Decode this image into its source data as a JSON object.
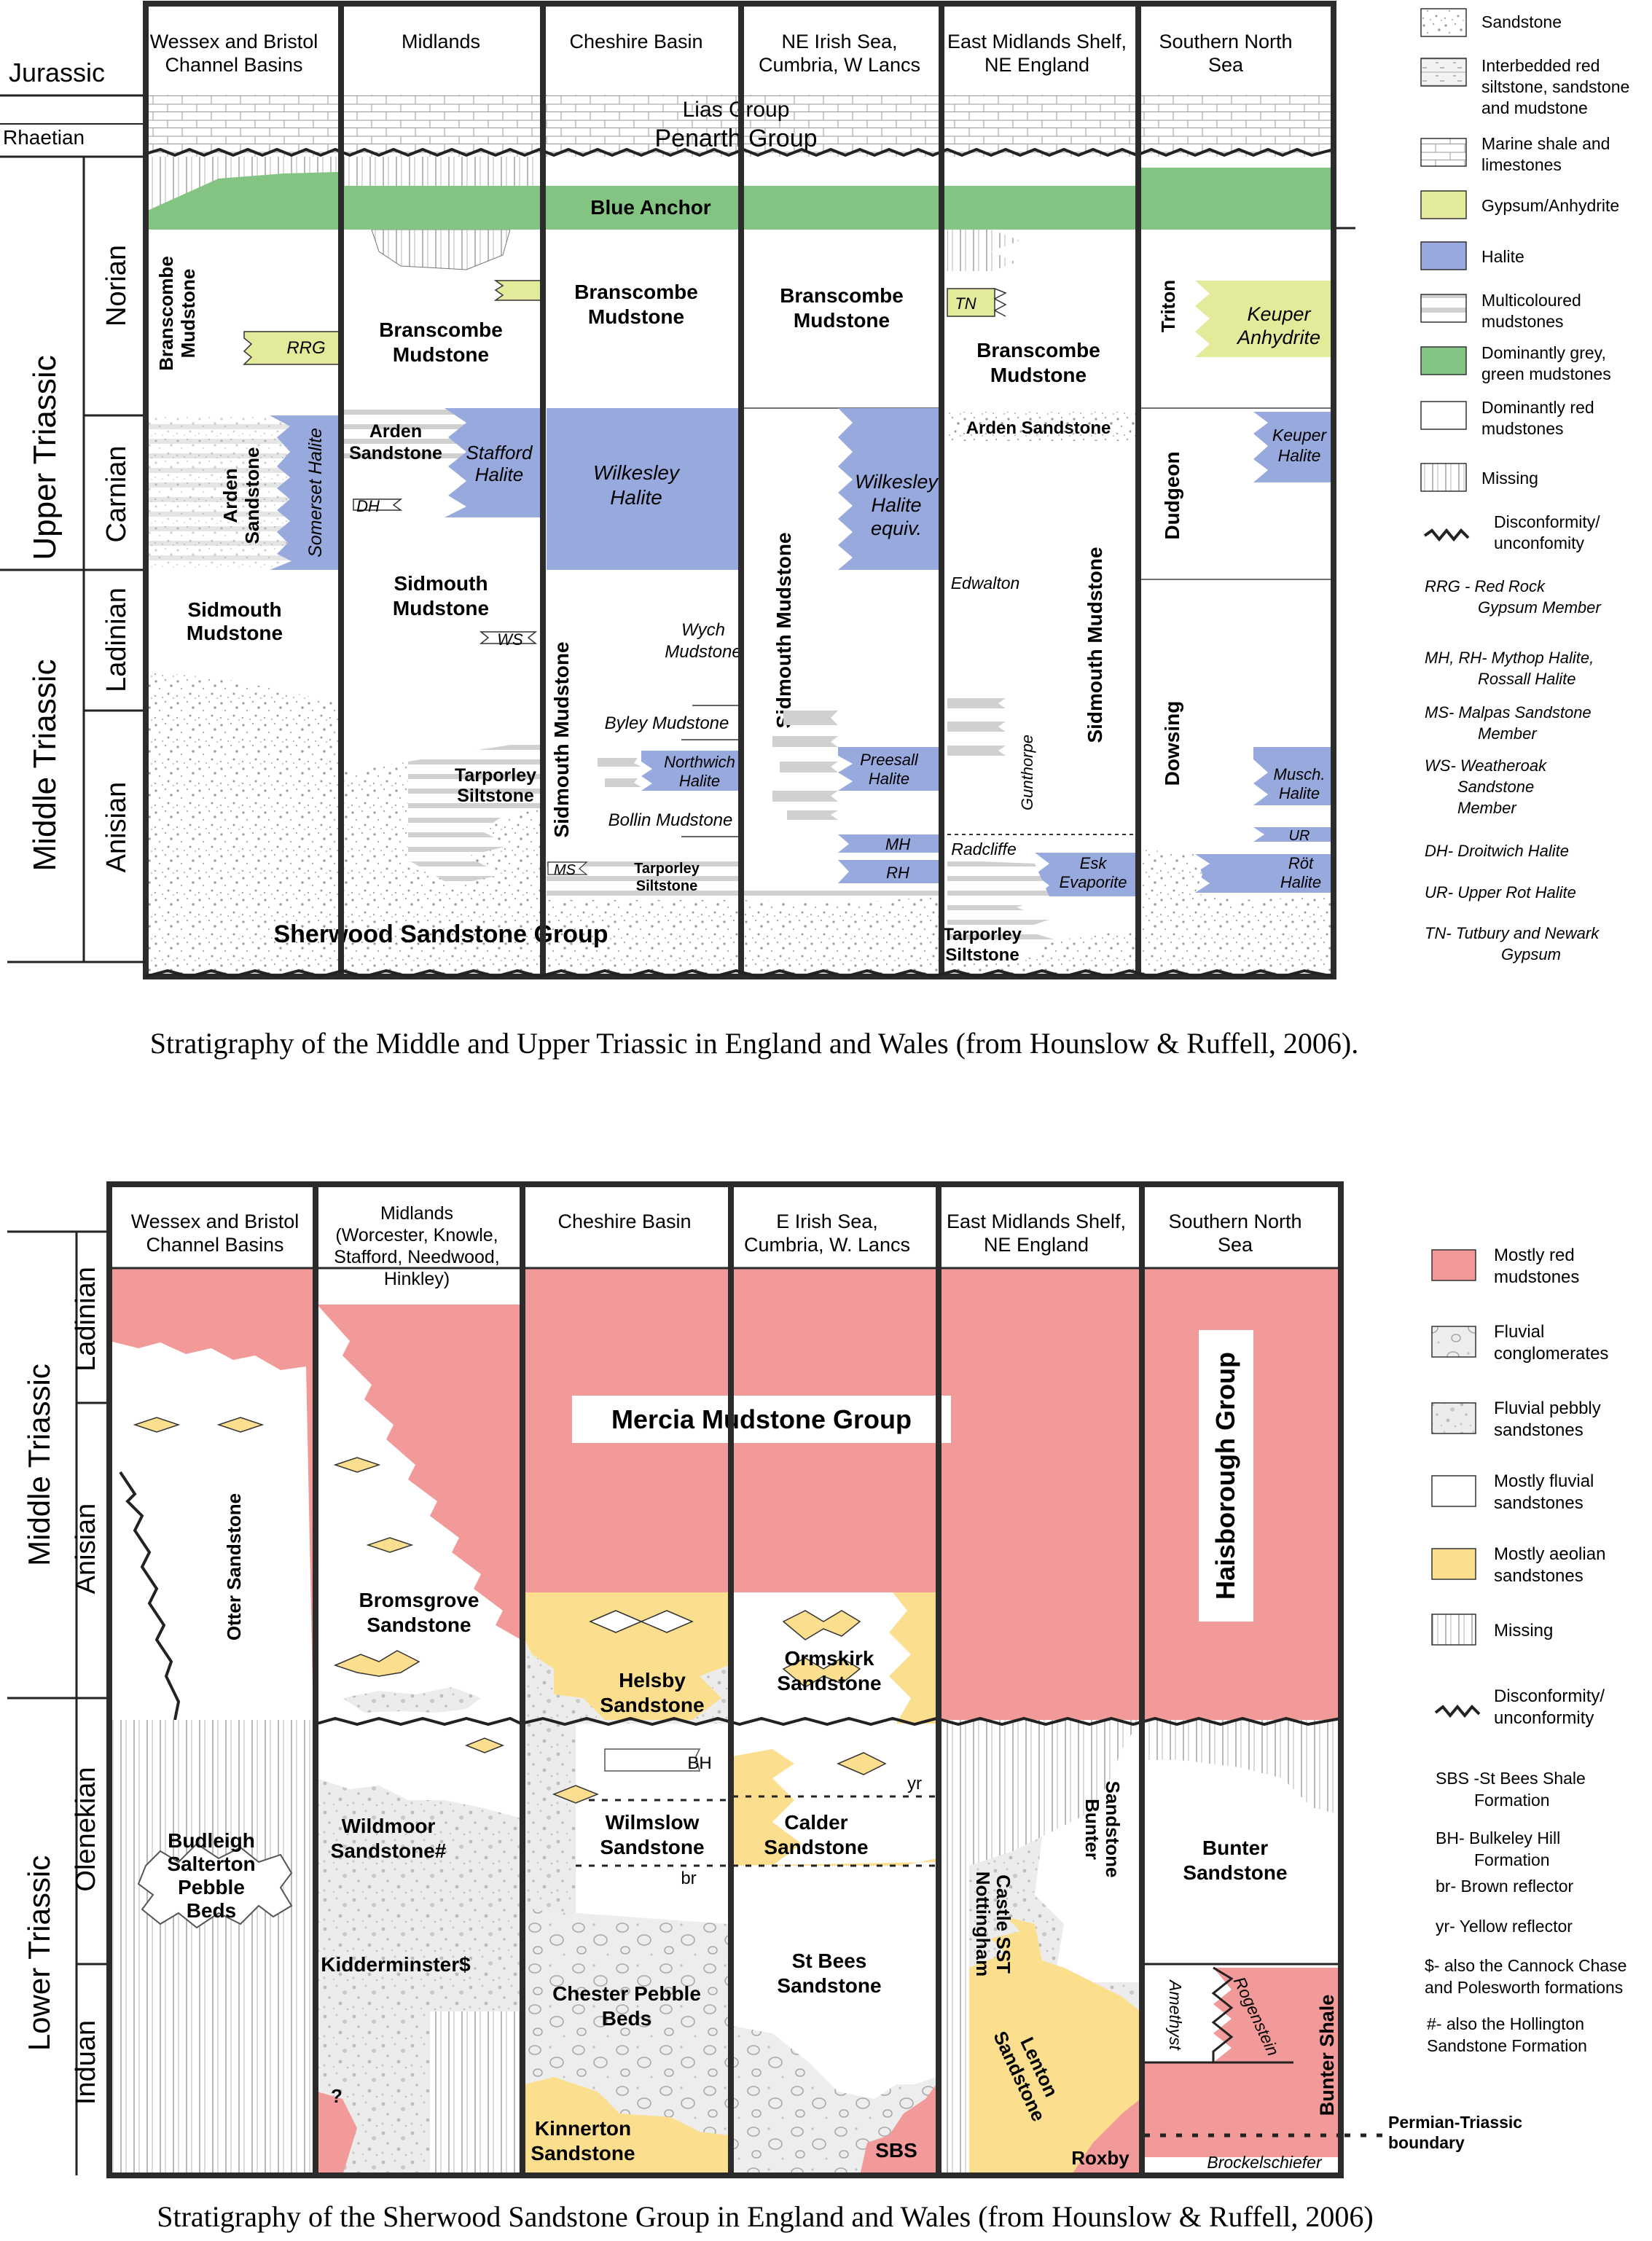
{
  "figure1": {
    "caption": "Stratigraphy of the Middle and Upper Triassic in England and Wales (from Hounslow & Ruffell, 2006).",
    "column_headers": [
      "Wessex and Bristol Channel Basins",
      "Midlands",
      "Cheshire Basin",
      "NE Irish Sea, Cumbria, W Lancs",
      "East Midlands Shelf, NE England",
      "Southern North Sea"
    ],
    "periods": {
      "jurassic": "Jurassic",
      "rhaetian": "Rhaetian",
      "upper_triassic": "Upper Triassic",
      "norian": "Norian",
      "carnian": "Carnian",
      "middle_triassic": "Middle Triassic",
      "ladinian": "Ladinian",
      "anisian": "Anisian"
    },
    "units": {
      "lias": "Lias Group",
      "penarth": "Penarth Group",
      "blue_anchor": "Blue Anchor",
      "branscombe": "Branscombe Mudstone",
      "rrg": "RRG",
      "arden": "Arden Sandstone",
      "somerset": "Somerset Halite",
      "stafford": "Stafford Halite",
      "dh": "DH",
      "wilkesley": "Wilkesley Halite",
      "wilkesley_equiv": "Wilkesley Halite equiv.",
      "tn": "TN",
      "triton": "Triton",
      "keuper_anhydrite": "Keuper Anhydrite",
      "keuper_halite": "Keuper Halite",
      "dudgeon": "Dudgeon",
      "sidmouth": "Sidmouth Mudstone",
      "ws": "WS",
      "wych": "Wych Mudstone",
      "byley": "Byley Mudstone",
      "northwich": "Northwich Halite",
      "bollin": "Bollin Mudstone",
      "ms": "MS",
      "tarporley": "Tarporley Siltstone",
      "preesall": "Preesall Halite",
      "mh": "MH",
      "rh": "RH",
      "edwalton": "Edwalton",
      "gunthorpe": "Gunthorpe",
      "radcliffe": "Radcliffe",
      "esk": "Esk Evaporite",
      "dowsing": "Dowsing",
      "musch": "Musch. Halite",
      "ur": "UR",
      "rot": "Röt Halite",
      "sherwood": "Sherwood Sandstone Group"
    },
    "legend": [
      "Sandstone",
      "Interbedded red siltstone, sandstone and mudstone",
      "Marine shale and limestones",
      "Gypsum/Anhydrite",
      "Halite",
      "Multicoloured mudstones",
      "Dominantly grey, green mudstones",
      "Dominantly red mudstones",
      "Missing",
      "Disconformity/ unconfomity"
    ],
    "abbreviations": [
      "RRG - Red Rock Gypsum Member",
      "MH, RH- Mythop Halite, Rossall Halite",
      "MS- Malpas Sandstone Member",
      "WS- Weatheroak Sandstone Member",
      "DH- Droitwich Halite",
      "UR- Upper Rot Halite",
      "TN- Tutbury and Newark Gypsum"
    ]
  },
  "figure2": {
    "caption": "Stratigraphy of the Sherwood Sandstone Group in England and Wales (from Hounslow & Ruffell, 2006)",
    "column_headers": [
      "Wessex and Bristol Channel Basins",
      "Midlands (Worcester, Knowle, Stafford, Needwood, Hinkley)",
      "Cheshire Basin",
      "E Irish Sea, Cumbria, W. Lancs",
      "East Midlands Shelf, NE England",
      "Southern North Sea"
    ],
    "periods": {
      "middle_triassic": "Middle Triassic",
      "ladinian": "Ladinian",
      "anisian": "Anisian",
      "lower_triassic": "Lower Triassic",
      "olenekian": "Olenekian",
      "induan": "Induan"
    },
    "units": {
      "mercia": "Mercia Mudstone Group",
      "haisborough": "Haisborough Group",
      "otter": "Otter Sandstone",
      "bromsgrove": "Bromsgrove Sandstone",
      "helsby": "Helsby Sandstone",
      "ormskirk": "Ormskirk Sandstone",
      "budleigh": "Budleigh Salterton Pebble Beds",
      "wildmoor": "Wildmoor Sandstone#",
      "kidderminster": "Kidderminster$",
      "q": "?",
      "bh": "BH",
      "wilmslow": "Wilmslow Sandstone",
      "br": "br",
      "chester": "Chester Pebble Beds",
      "kinnerton": "Kinnerton Sandstone",
      "yr": "yr",
      "calder": "Calder Sandstone",
      "st_bees": "St Bees Sandstone",
      "sbs": "SBS",
      "bunter_ss": "Bunter Sandstone",
      "nottingham": "Nottingham Castle SST",
      "lenton": "Lenton Sandstone",
      "roxby": "Roxby",
      "amethyst": "Amethyst",
      "rogenstein": "Rogenstein",
      "bunter_shale": "Bunter Shale",
      "brockelschiefer": "Brockelschiefer",
      "pt_boundary": "Permian-Triassic boundary"
    },
    "legend": [
      "Mostly red mudstones",
      "Fluvial conglomerates",
      "Fluvial pebbly sandstones",
      "Mostly fluvial sandstones",
      "Mostly aeolian sandstones",
      "Missing",
      "Disconformity/ unconformity"
    ],
    "abbreviations": [
      "SBS -St Bees Shale Formation",
      "BH- Bulkeley Hill Formation",
      "br- Brown reflector",
      "yr- Yellow reflector",
      "$- also the Cannock Chase and Polesworth formations",
      "#- also the Hollington Sandstone Formation"
    ]
  },
  "colors": {
    "halite": "#98a9dd",
    "gypsum": "#e3eb9a",
    "grey_green": "#84c482",
    "red_mudstone": "#f29a9a",
    "aeolian": "#fcdf8e",
    "frame": "#2b2b2b"
  }
}
